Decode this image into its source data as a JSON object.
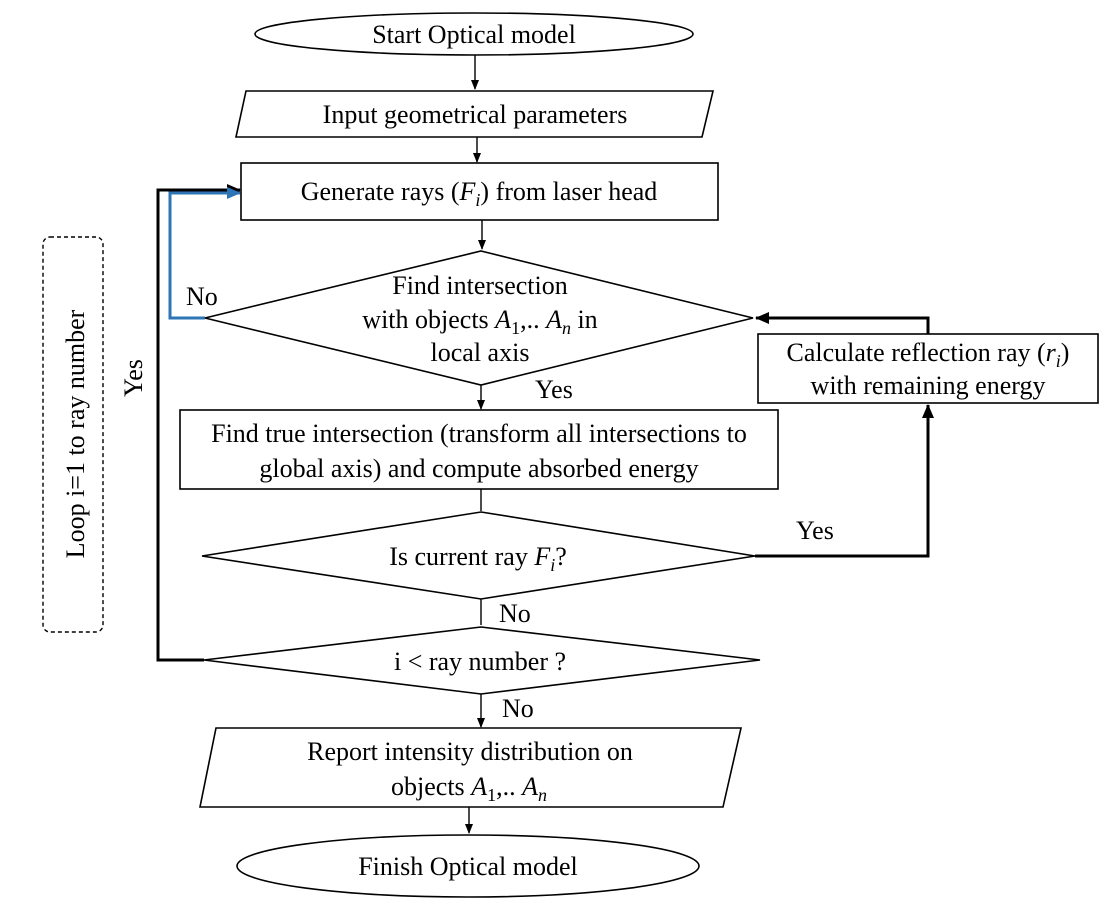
{
  "nodes": {
    "start": "Start Optical model",
    "input": "Input geometrical parameters",
    "generate": {
      "pre": "Generate rays (",
      "var": "F",
      "sub": "i",
      "post": ") from laser head"
    },
    "find": {
      "line1": "Find intersection",
      "line2_pre": "with objects ",
      "a": "A",
      "sub1": "1",
      "sep": ",.. ",
      "subn": "n",
      "line2_post": " in",
      "line3": "local axis"
    },
    "true_intersection": {
      "line1": "Find true intersection (transform all intersections to",
      "line2": "global axis) and compute absorbed energy"
    },
    "reflection": {
      "line1_pre": "Calculate reflection ray (",
      "var": "r",
      "sub": "i",
      "line1_post": ")",
      "line2": "with remaining energy"
    },
    "current_ray": {
      "pre": "Is current ray ",
      "var": "F",
      "sub": "i",
      "post": "?"
    },
    "ray_number": "i < ray number ?",
    "report": {
      "line1": "Report intensity distribution on",
      "line2_pre": "objects ",
      "a": "A",
      "sub1": "1",
      "sep": ",.. ",
      "subn": "n"
    },
    "finish": "Finish Optical model"
  },
  "edge_labels": {
    "find_no": "No",
    "find_yes": "Yes",
    "current_yes": "Yes",
    "current_no": "No",
    "ray_no": "No",
    "loop_yes": "Yes"
  },
  "loop_label": "Loop i=1 to ray number",
  "colors": {
    "stroke": "#000000",
    "loop_back": "#2e75b6"
  }
}
